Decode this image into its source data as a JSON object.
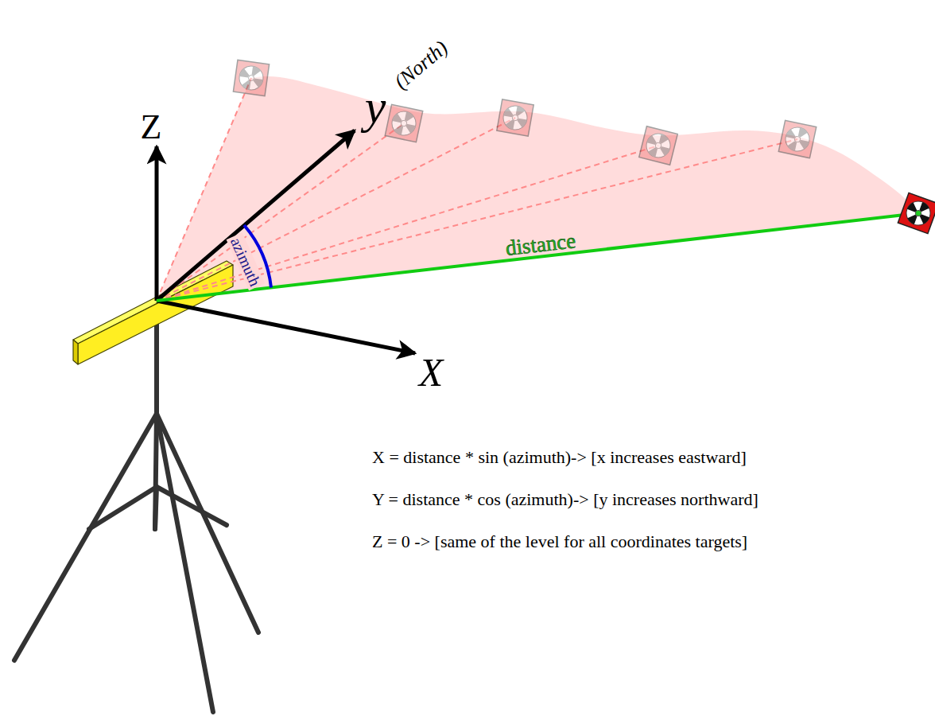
{
  "diagram": {
    "labels": [
      "Z",
      "y",
      "(North)",
      "X",
      "azimuth",
      "distance",
      "X = distance * sin (azimuth)-> [x increases eastward]",
      "Y = distance * cos (azimuth)-> [y increases northward]",
      "Z = 0 -> [same of the level for all coordinates targets]"
    ]
  }
}
